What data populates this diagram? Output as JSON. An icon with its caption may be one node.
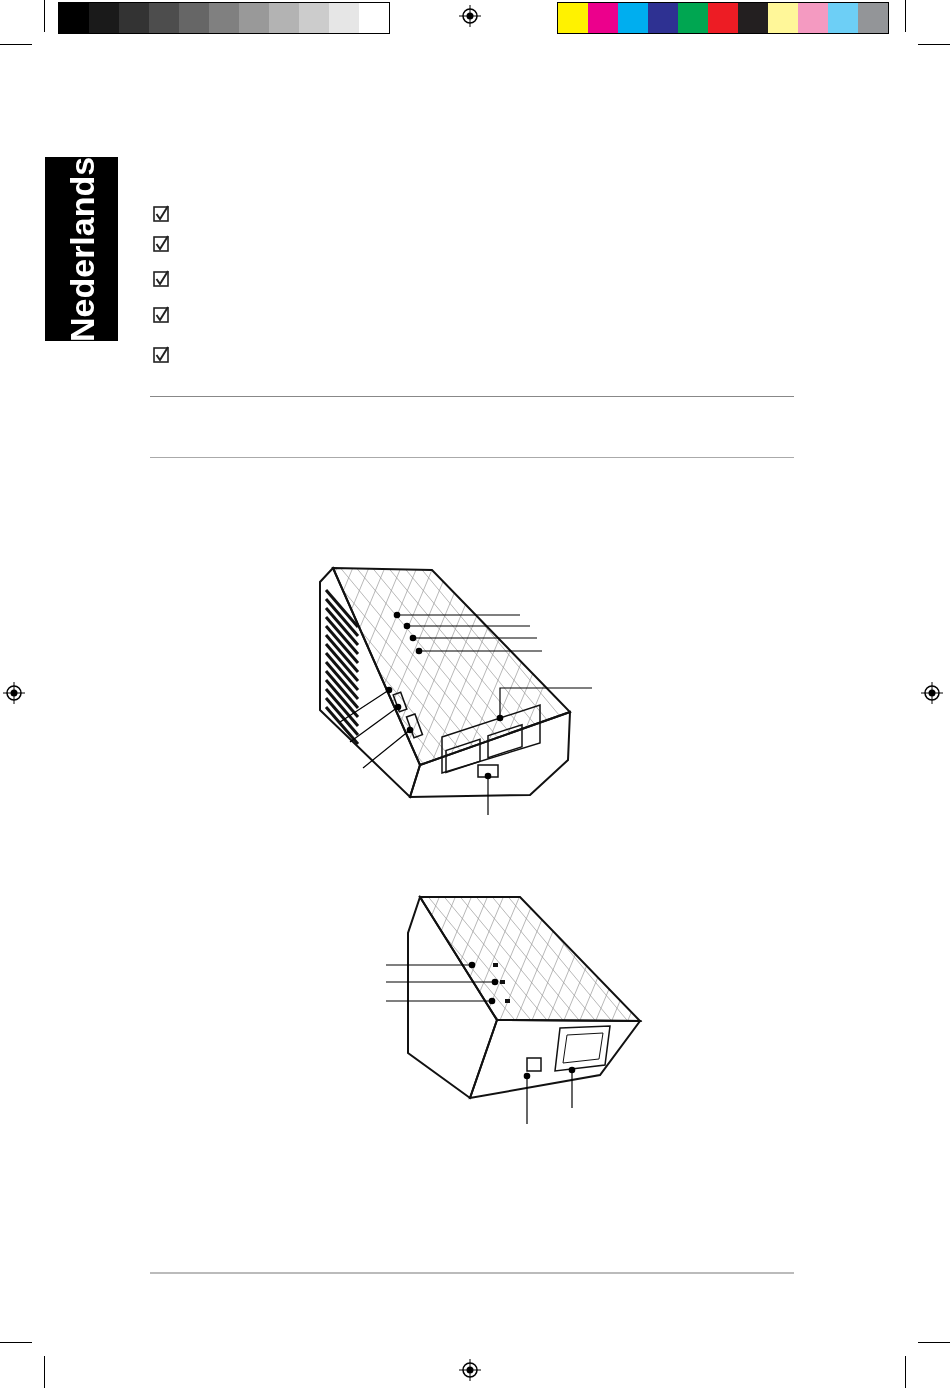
{
  "diagram": {
    "nodes": [
      {
        "text": [],
        "shape": "picture"
      },
      {
        "text": [],
        "shape": "picture"
      }
    ],
    "edges": [
      {
        "from": null,
        "to": 0,
        "arrow": "other"
      },
      {
        "from": null,
        "to": 0,
        "arrow": "other"
      },
      {
        "from": null,
        "to": 0,
        "arrow": "other"
      },
      {
        "from": null,
        "to": 0,
        "arrow": "other"
      },
      {
        "from": null,
        "to": 0,
        "arrow": "other"
      },
      {
        "from": null,
        "to": 0,
        "arrow": "other"
      },
      {
        "from": null,
        "to": 0,
        "arrow": "other"
      },
      {
        "from": null,
        "to": 0,
        "arrow": "other"
      },
      {
        "from": null,
        "to": 0,
        "arrow": "other"
      },
      {
        "from": null,
        "to": 1,
        "arrow": "other"
      },
      {
        "from": null,
        "to": 1,
        "arrow": "other"
      },
      {
        "from": null,
        "to": 1,
        "arrow": "other"
      },
      {
        "from": null,
        "to": 1,
        "arrow": "other"
      },
      {
        "from": null,
        "to": 1,
        "arrow": "other"
      }
    ],
    "labels": [
      "Nederlands"
    ]
  }
}
